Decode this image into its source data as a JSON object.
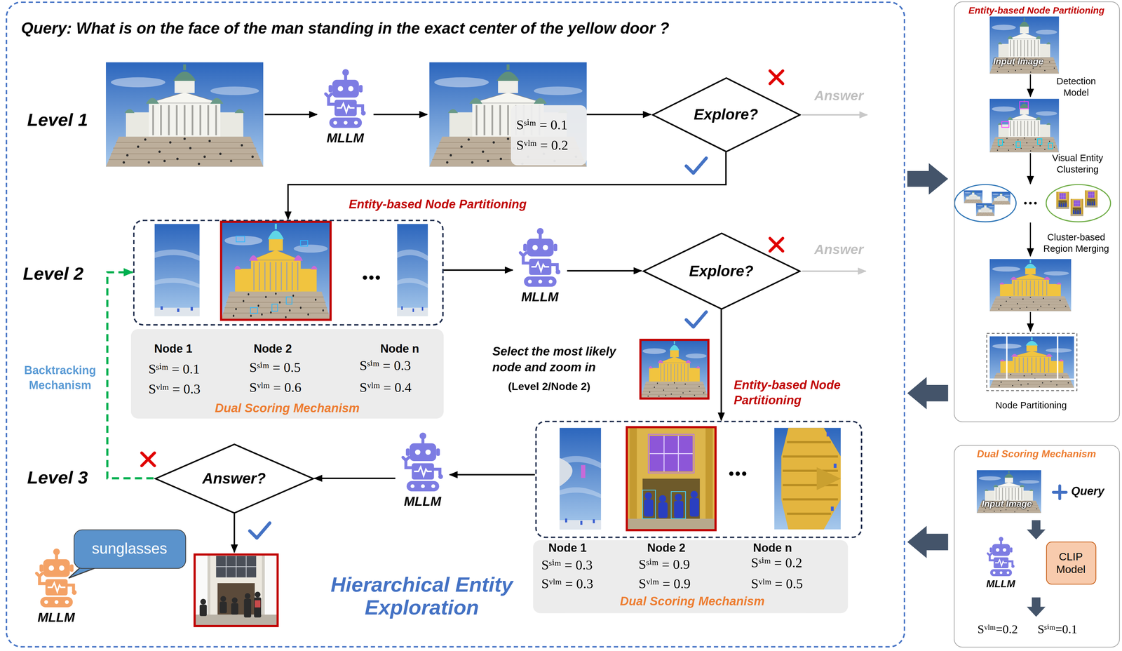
{
  "diagram": {
    "nodes": [
      {
        "text": [
          "Query: What is on the face of the man standing in the exact center of the yellow door ?",
          "Hierarchical Entity Exploration"
        ]
      },
      {
        "text": [
          "MLLM"
        ],
        "in": 0
      },
      {
        "text": [
          "Sˢⁱᵐ = 0.1",
          "Sᵛˡᵐ = 0.2"
        ],
        "in": 0
      },
      {
        "text": [
          "Explore?"
        ],
        "in": 0
      },
      {
        "text": [
          "Entity-based Node Partitioning"
        ],
        "in": 0
      },
      {
        "text": [
          "Node 1",
          "Sˢⁱᵐ = 0.1",
          "Sᵛˡᵐ = 0.3",
          "Node 2",
          "Sˢⁱᵐ = 0.5",
          "Sᵛˡᵐ = 0.6",
          "Node n",
          "Sˢⁱᵐ = 0.3",
          "Sᵛˡᵐ = 0.4",
          "Dual Scoring Mechanism"
        ],
        "in": 0
      },
      {
        "text": [
          "MLLM"
        ],
        "in": 0
      },
      {
        "text": [
          "Explore?"
        ],
        "in": 0
      },
      {
        "text": [
          "Entity-based Node Partitioning"
        ],
        "in": 0
      },
      {
        "text": [
          "Node 1",
          "Sˢⁱᵐ = 0.3",
          "Sᵛˡᵐ = 0.3",
          "Node 2",
          "Sˢⁱᵐ = 0.9",
          "Sᵛˡᵐ = 0.9",
          "Node n",
          "Sˢⁱᵐ = 0.2",
          "Sᵛˡᵐ = 0.5",
          "Dual Scoring Mechanism"
        ],
        "in": 0
      },
      {
        "text": [
          "MLLM"
        ],
        "in": 0
      },
      {
        "text": [
          "Answer?"
        ],
        "in": 0
      },
      {
        "text": [
          "MLLM"
        ],
        "in": 0
      },
      {
        "text": [
          "sunglasses"
        ],
        "in": 0
      },
      {
        "text": [
          "Entity-based Node Partitioning"
        ]
      },
      {
        "text": [
          "Dual Scoring Mechanism"
        ]
      },
      {
        "text": [
          "MLLM"
        ],
        "in": 15
      },
      {
        "text": [
          "CLIP Model"
        ],
        "in": 15
      }
    ],
    "edges": [
      {
        "from": 2,
        "to": 3,
        "arrow": "to"
      },
      {
        "from": 3,
        "to": 4,
        "arrow": "to"
      },
      {
        "from": 4,
        "to": 6,
        "arrow": "to"
      },
      {
        "from": 6,
        "to": 7,
        "arrow": "to"
      },
      {
        "from": 7,
        "to": 8,
        "arrow": "to"
      },
      {
        "from": 8,
        "to": 10,
        "arrow": "to"
      },
      {
        "from": 10,
        "to": 11,
        "arrow": "to"
      },
      {
        "from": 11,
        "to": 4,
        "label": "Backtracking Mechanism",
        "arrow": "to"
      }
    ],
    "labels": [
      "Level 1",
      "Answer",
      "Level 2",
      "Answer",
      "Select the most likely node and zoom in",
      "(Level 2/Node 2)",
      "Level 3",
      "Input Image",
      "Detection Model",
      "Visual Entity Clustering",
      "Cluster-based Region Merging",
      "Node Partitioning",
      "Input Image",
      "Query",
      "Sᵛˡᵐ=0.2",
      "Sˢⁱᵐ=0.1"
    ]
  }
}
